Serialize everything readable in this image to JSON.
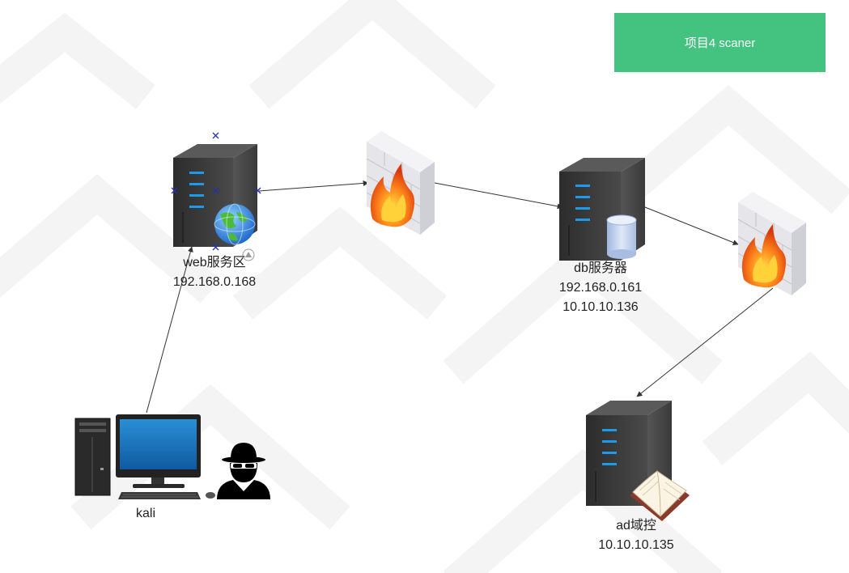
{
  "title": "项目4 scaner",
  "colors": {
    "title_bg": "#43c37f",
    "server_body": "#3a3a3a",
    "server_led": "#1e9be8",
    "wall": "#e8e8ec",
    "fire": "#f06a1a",
    "edge": "#333333"
  },
  "nodes": {
    "web": {
      "name": "web服务区",
      "ip1": "192.168.0.168"
    },
    "db": {
      "name": "db服务器",
      "ip1": "192.168.0.161",
      "ip2": "10.10.10.136"
    },
    "ad": {
      "name": "ad域控",
      "ip1": "10.10.10.135"
    },
    "kali": {
      "name": "kali"
    }
  },
  "icons": {
    "web": "server-globe-icon",
    "db": "server-database-icon",
    "ad": "server-book-icon",
    "fw1": "firewall-icon",
    "fw2": "firewall-icon",
    "kali": "desktop-computer-icon",
    "hacker": "hacker-icon"
  },
  "edges": [
    {
      "from": "kali",
      "to": "web"
    },
    {
      "from": "web",
      "to": "firewall-1"
    },
    {
      "from": "firewall-1",
      "to": "db"
    },
    {
      "from": "db",
      "to": "firewall-2"
    },
    {
      "from": "firewall-2",
      "to": "ad"
    }
  ]
}
